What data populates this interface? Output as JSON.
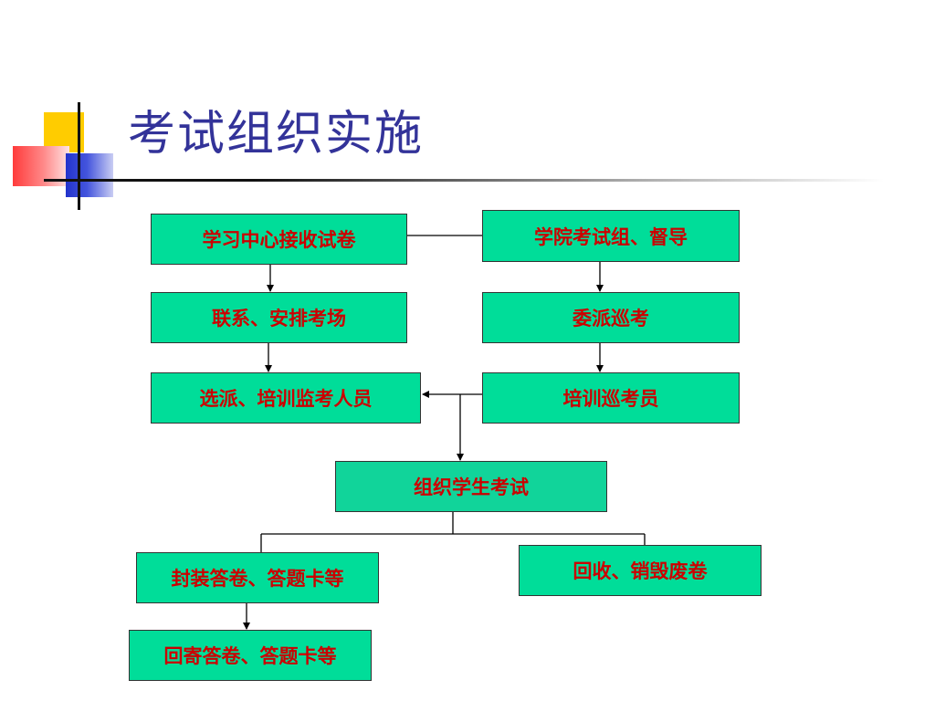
{
  "slide": {
    "title": "考试组织实施"
  },
  "flow": {
    "receive_papers": "学习中心接收试卷",
    "arrange_rooms": "联系、安排考场",
    "select_proctors": "选派、培训监考人员",
    "college_group": "学院考试组、督导",
    "dispatch_inspectors": "委派巡考",
    "train_inspectors": "培训巡考员",
    "organize_exam": "组织学生考试",
    "seal_answers": "封装答卷、答题卡等",
    "recycle_papers": "回收、销毁废卷",
    "mail_answers": "回寄答卷、答题卡等"
  },
  "colors": {
    "box_fill": "#00dd99",
    "box_text": "#cc0000",
    "title_text": "#333399"
  }
}
